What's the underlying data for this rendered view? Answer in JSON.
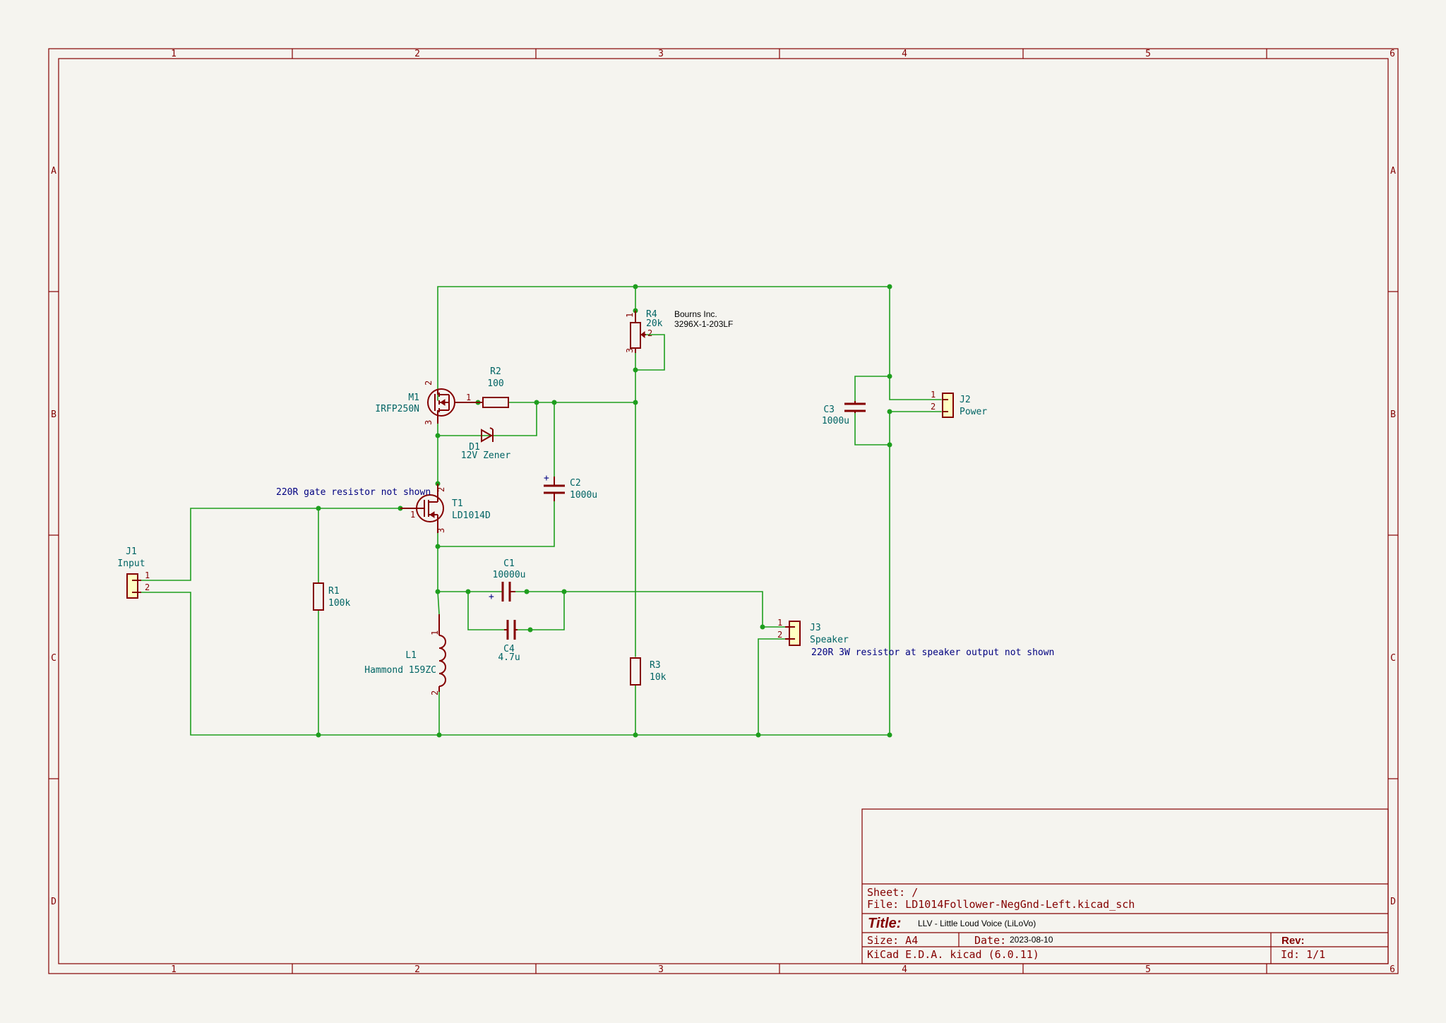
{
  "zones": {
    "columns": [
      "1",
      "2",
      "3",
      "4",
      "5",
      "6"
    ],
    "rows": [
      "A",
      "B",
      "C",
      "D"
    ]
  },
  "components": {
    "j1": {
      "ref": "J1",
      "value": "Input",
      "pin1": "1",
      "pin2": "2"
    },
    "j2": {
      "ref": "J2",
      "value": "Power",
      "pin1": "1",
      "pin2": "2"
    },
    "j3": {
      "ref": "J3",
      "value": "Speaker",
      "pin1": "1",
      "pin2": "2"
    },
    "m1": {
      "ref": "M1",
      "value": "IRFP250N",
      "pin1": "1",
      "pin2": "2",
      "pin3": "3"
    },
    "t1": {
      "ref": "T1",
      "value": "LD1014D",
      "pin1": "1",
      "pin2": "2",
      "pin3": "3"
    },
    "r1": {
      "ref": "R1",
      "value": "100k"
    },
    "r2": {
      "ref": "R2",
      "value": "100",
      "pin1": "1"
    },
    "r3": {
      "ref": "R3",
      "value": "10k"
    },
    "r4": {
      "ref": "R4",
      "value": "20k",
      "manufacturer": "Bourns Inc.",
      "part": "3296X-1-203LF",
      "pin1": "1",
      "pin2": "2",
      "pin3": "3"
    },
    "c1": {
      "ref": "C1",
      "value": "10000u",
      "plus": "+"
    },
    "c2": {
      "ref": "C2",
      "value": "1000u",
      "plus": "+"
    },
    "c3": {
      "ref": "C3",
      "value": "1000u"
    },
    "c4": {
      "ref": "C4",
      "value": "4.7u"
    },
    "d1": {
      "ref": "D1",
      "value": "12V Zener"
    },
    "l1": {
      "ref": "L1",
      "value": "Hammond 159ZC",
      "pin1": "1",
      "pin2": "2"
    }
  },
  "notes": {
    "gate_resistor": "220R gate resistor not shown",
    "speaker_resistor": "220R 3W resistor at speaker output not shown"
  },
  "title_block": {
    "sheet": "Sheet: /",
    "file": "File: LD1014Follower-NegGnd-Left.kicad_sch",
    "title_label": "Title:",
    "title": "LLV - Little Loud Voice (LiLoVo)",
    "size": "Size: A4",
    "date_label": "Date:",
    "date": "2023-08-10",
    "rev_label": "Rev:",
    "generator": "KiCad E.D.A.  kicad (6.0.11)",
    "id": "Id: 1/1"
  }
}
